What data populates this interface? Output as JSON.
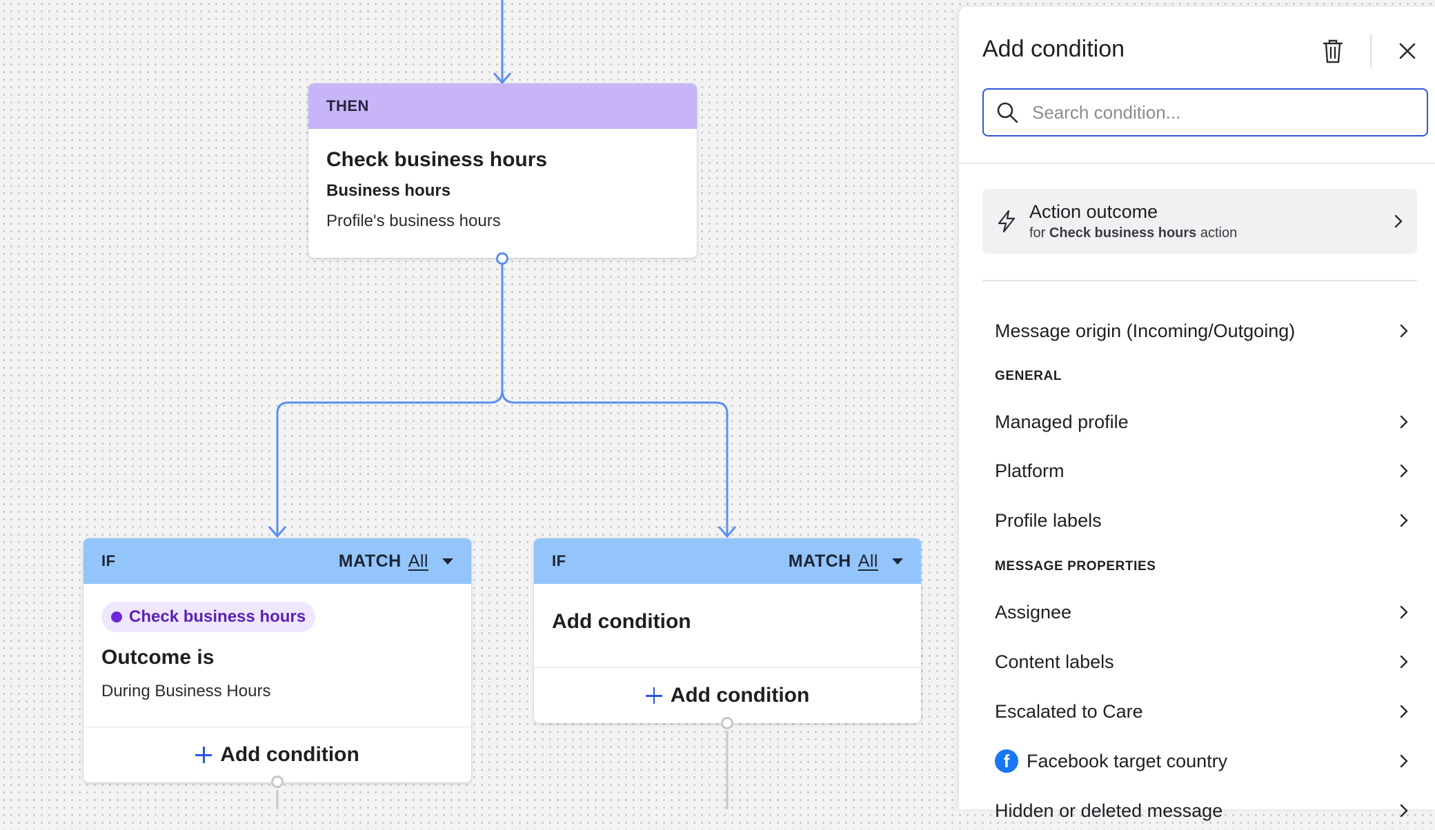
{
  "canvas": {
    "then_node": {
      "header": "THEN",
      "title": "Check business hours",
      "subtitle": "Business hours",
      "value": "Profile's business hours"
    },
    "if_node_left": {
      "header": "IF",
      "match_label": "MATCH",
      "match_value": "All",
      "pill_label": "Check business hours",
      "title": "Outcome is",
      "value": "During Business Hours",
      "add_label": "Add condition"
    },
    "if_node_right": {
      "header": "IF",
      "match_label": "MATCH",
      "match_value": "All",
      "title": "Add condition",
      "add_label": "Add condition"
    }
  },
  "panel": {
    "title": "Add condition",
    "search": {
      "placeholder": "Search condition..."
    },
    "action_outcome": {
      "title": "Action outcome",
      "sub_prefix": "for ",
      "sub_bold": "Check business hours",
      "sub_suffix": " action"
    },
    "top_item": "Message origin (Incoming/Outgoing)",
    "sections": [
      {
        "title": "GENERAL",
        "items": [
          "Managed profile",
          "Platform",
          "Profile labels"
        ]
      },
      {
        "title": "MESSAGE PROPERTIES",
        "items": [
          "Assignee",
          "Content labels",
          "Escalated to Care",
          "Facebook target country",
          "Hidden or deleted message"
        ]
      }
    ],
    "icons": {
      "facebook": "facebook-icon",
      "brand_color": "#1877f2",
      "accent": "#2f54d8"
    }
  }
}
